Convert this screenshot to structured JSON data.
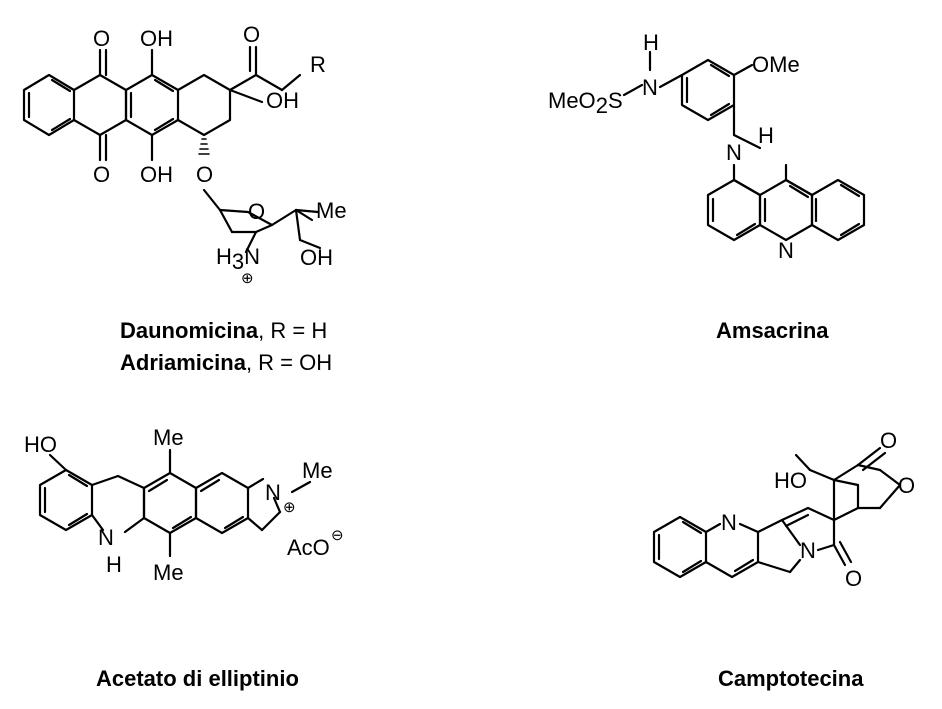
{
  "compounds": {
    "daunomicina": {
      "name": "Daunomicina",
      "substituent": ", R = H"
    },
    "adriamicina": {
      "name": "Adriamicina",
      "substituent": ", R = OH"
    },
    "amsacrina": {
      "name": "Amsacrina"
    },
    "ellipticine": {
      "name": "Acetato di elliptinio"
    },
    "camptotecina": {
      "name": "Camptotecina"
    }
  },
  "atoms": {
    "O": "O",
    "OH": "OH",
    "R": "R",
    "Me": "Me",
    "H": "H",
    "N": "N",
    "H3N": "H",
    "three": "3",
    "plus": "⊕",
    "minus": "⊖",
    "MeO2S_a": "MeO",
    "MeO2S_b": "2",
    "MeO2S_c": "S",
    "OMe": "OMe",
    "HO": "HO",
    "AcO": "AcO"
  }
}
